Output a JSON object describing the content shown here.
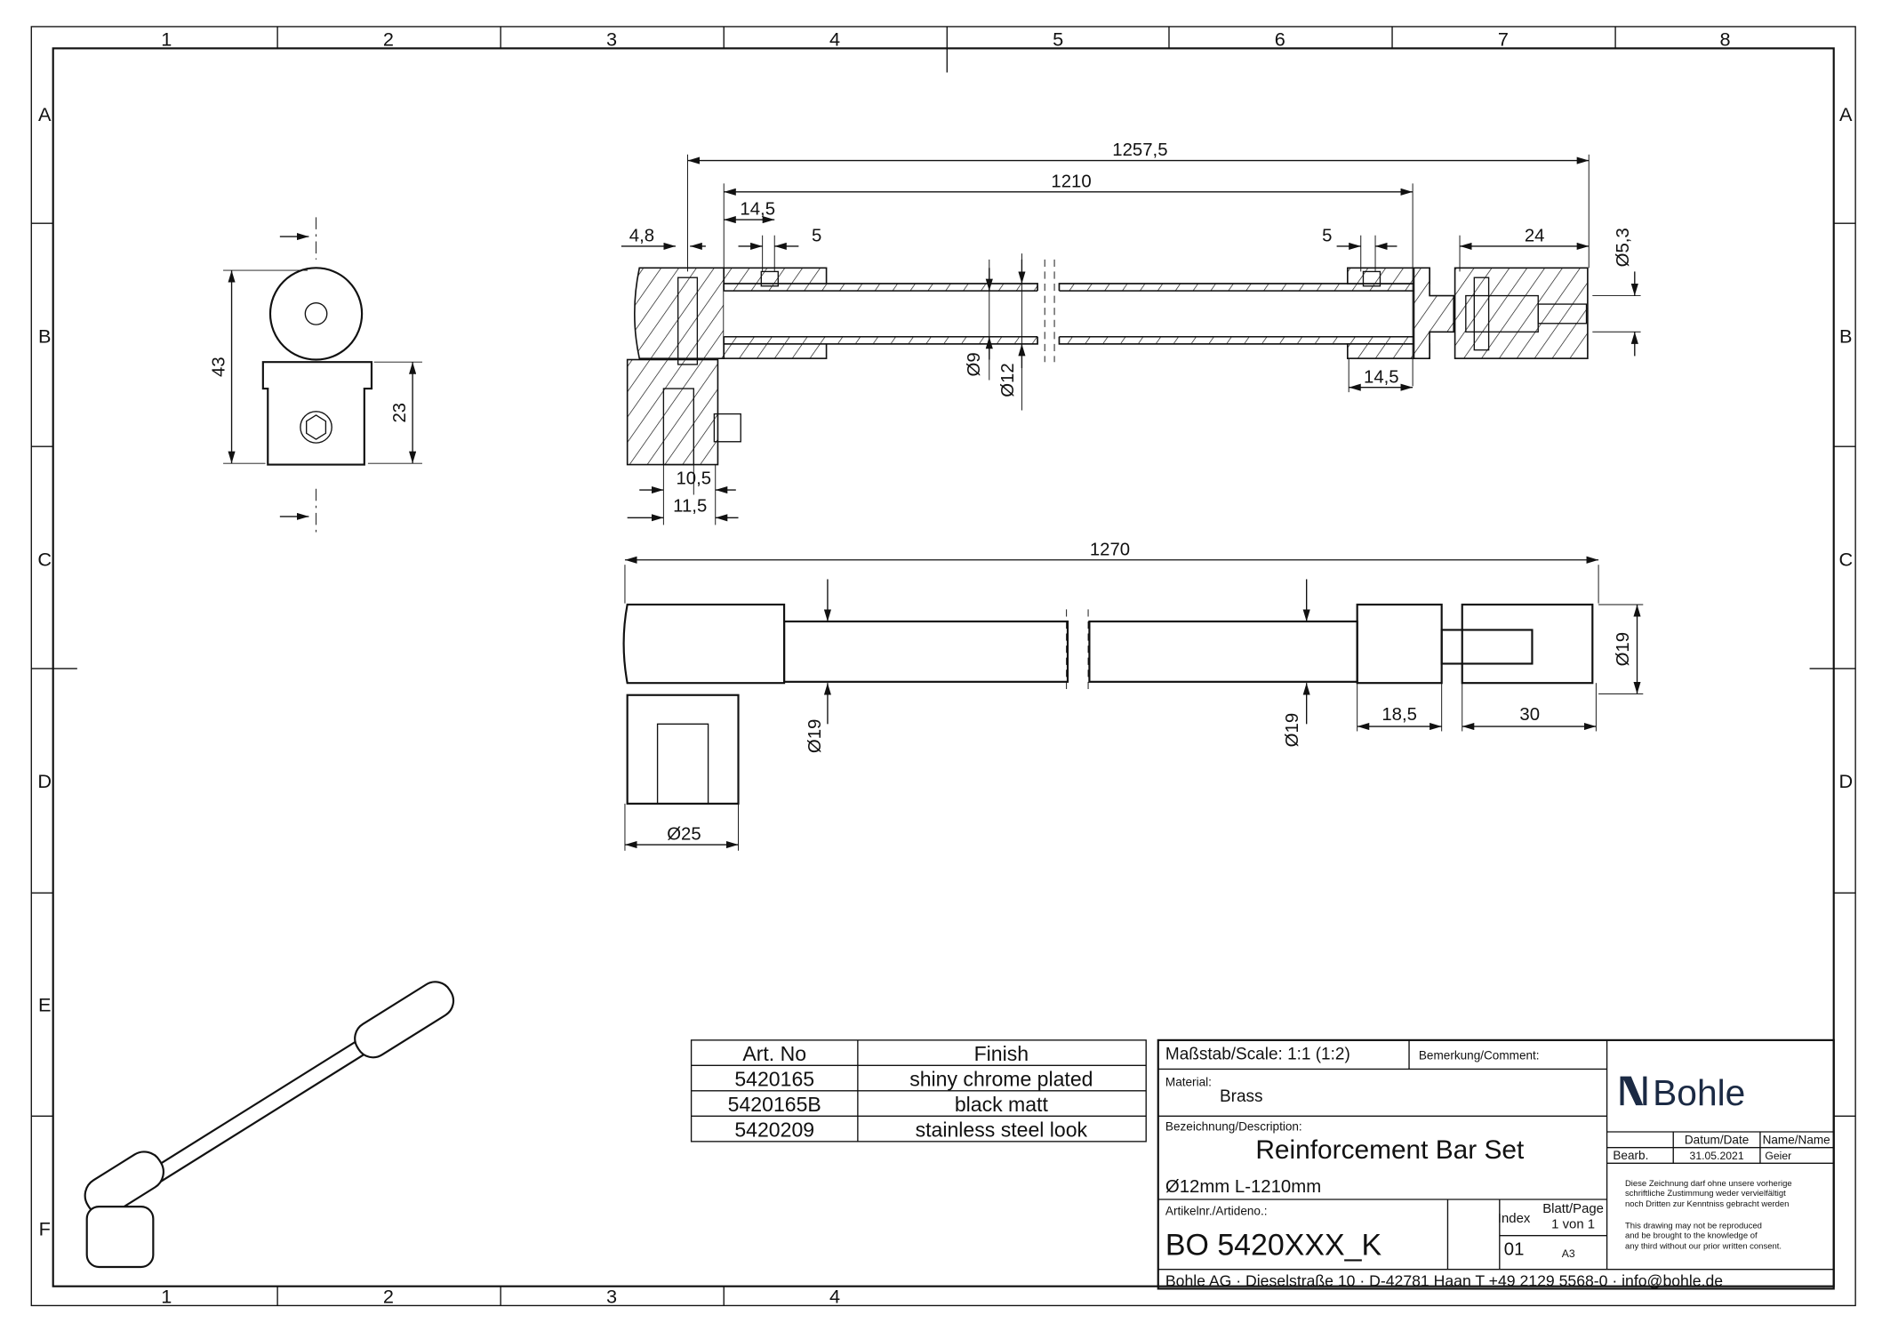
{
  "sheet": {
    "columns": [
      "1",
      "2",
      "3",
      "4",
      "5",
      "6",
      "7",
      "8"
    ],
    "rows": [
      "A",
      "B",
      "C",
      "D",
      "E",
      "F"
    ],
    "bottom_columns": [
      "1",
      "2",
      "3",
      "4"
    ]
  },
  "dimensions": {
    "overall_length": "1257,5",
    "tube_length": "1210",
    "left_insert": "14,5",
    "left_set_screw": "5",
    "screw_offset": "4,8",
    "right_set_screw": "5",
    "right_insert": "14,5",
    "end_block": "24",
    "thread_dia": "Ø5,3",
    "inner_dia": "Ø9",
    "outer_dia": "Ø12",
    "clamp_inner": "10,5",
    "clamp_outer": "11,5",
    "side_height": "43",
    "side_clamp_height": "23",
    "view_length": "1270",
    "left_dia": "Ø19",
    "mid_dia": "Ø19",
    "right_dia": "Ø19",
    "sleeve": "18,5",
    "end_length": "30",
    "base_dia": "Ø25"
  },
  "finish_table": {
    "headers": [
      "Art. No",
      "Finish"
    ],
    "rows": [
      [
        "5420165",
        "shiny chrome plated"
      ],
      [
        "5420165B",
        "black matt"
      ],
      [
        "5420209",
        "stainless steel look"
      ]
    ]
  },
  "title_block": {
    "scale": "Maßstab/Scale: 1:1 (1:2)",
    "comment_label": "Bemerkung/Comment:",
    "material_label": "Material:",
    "material": "Brass",
    "description_label": "Bezeichnung/Description:",
    "description": "Reinforcement Bar Set",
    "spec": "Ø12mm  L-1210mm",
    "article_label": "Artikelnr./Artideno.:",
    "article": "BO 5420XXX_K",
    "index_label": "Index",
    "index": "01",
    "page_label": "Blatt/Page",
    "page": "1 von 1",
    "format": "A3",
    "logo": "Bohle",
    "date_label": "Datum/Date",
    "name_label": "Name/Name",
    "edited_label": "Bearb.",
    "date": "31.05.2021",
    "name": "Geier",
    "notice_de": [
      "Diese Zeichnung darf ohne unsere vorherige",
      "schriftliche Zustimmung weder vervielfältigt",
      "noch Dritten zur Kenntniss gebracht werden"
    ],
    "notice_en": [
      "This drawing may not be reproduced",
      "and be brought to the knowledge of",
      "any third without our prior written consent."
    ],
    "footer": "Bohle AG · Dieselstraße 10 · D-42781 Haan T +49 2129 5568-0 · info@bohle.de",
    "logo_color": "#1b2a44"
  }
}
